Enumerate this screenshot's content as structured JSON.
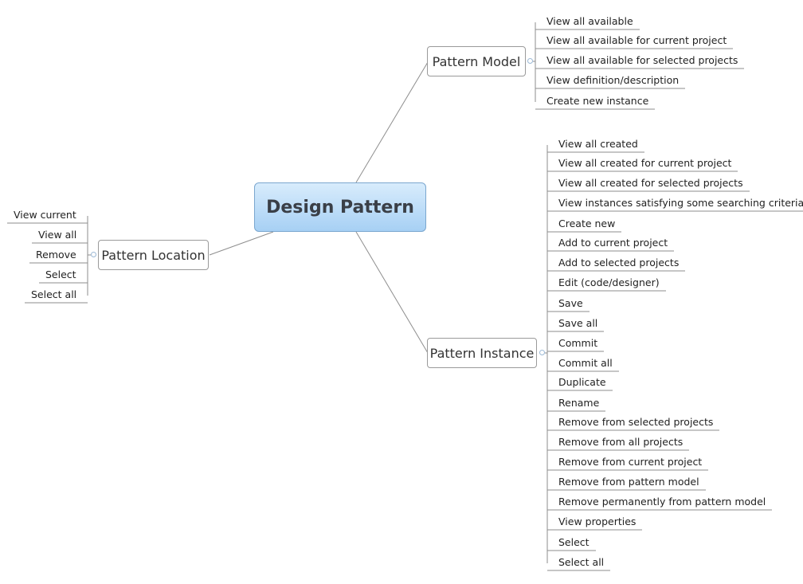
{
  "central": {
    "label": "Design Pattern"
  },
  "model": {
    "label": "Pattern Model",
    "items": [
      "View all available",
      "View all available for current project",
      "View all available for selected projects",
      "View definition/description",
      "Create new instance"
    ]
  },
  "location": {
    "label": "Pattern Location",
    "items": [
      "View current",
      "View all",
      "Remove",
      "Select",
      "Select all"
    ]
  },
  "instance": {
    "label": "Pattern Instance",
    "items": [
      "View all created",
      "View all created for current project",
      "View all created for selected projects",
      "View instances satisfying some searching criteria",
      "Create new",
      "Add to current project",
      "Add to selected projects",
      "Edit (code/designer)",
      "Save",
      "Save all",
      "Commit",
      "Commit all",
      "Duplicate",
      "Rename",
      "Remove from selected projects",
      "Remove from all projects",
      "Remove from current project",
      "Remove from pattern model",
      "Remove permanently from pattern model",
      "View properties",
      "Select",
      "Select all"
    ]
  },
  "colors": {
    "line": "#8e8e8e",
    "central_border": "#7ba7cf"
  }
}
